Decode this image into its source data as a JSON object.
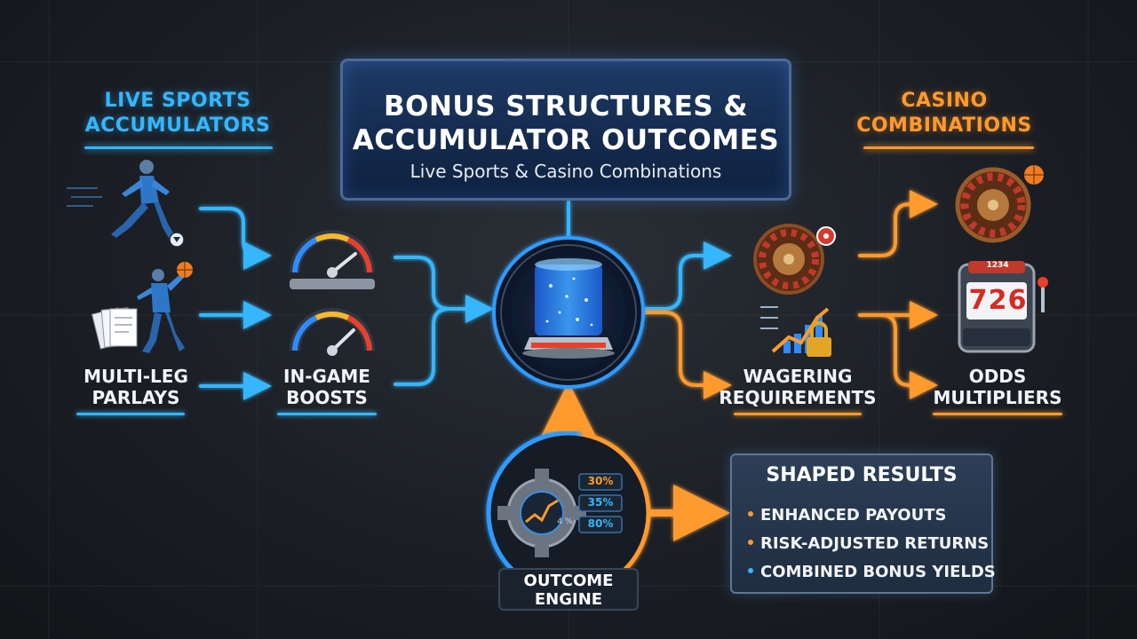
{
  "title": {
    "main": "BONUS STRUCTURES & ACCUMULATOR OUTCOMES",
    "subtitle": "Live Sports & Casino Combinations"
  },
  "left_section": {
    "heading": "LIVE SPORTS ACCUMULATORS",
    "nodes": [
      {
        "label": "MULTI-LEG PARLAYS",
        "icon": "parlay-tickets-icon"
      },
      {
        "label": "IN-GAME BOOSTS",
        "icon": "speedometer-icon"
      }
    ]
  },
  "right_section": {
    "heading": "CASINO COMBINATIONS",
    "nodes": [
      {
        "label": "WAGERING REQUIREMENTS",
        "icon": "roulette-chart-lock-icon"
      },
      {
        "label": "ODDS MULTIPLIERS",
        "icon": "slot-machine-icon"
      }
    ]
  },
  "center": {
    "icon": "glowing-cylinder-icon"
  },
  "engine": {
    "label": "OUTCOME ENGINE",
    "icon": "gear-chart-icon",
    "readouts": [
      "30%",
      "35%",
      "80%"
    ],
    "readout_small": "4 %"
  },
  "results": {
    "title": "SHAPED RESULTS",
    "items": [
      "ENHANCED PAYOUTS",
      "RISK-ADJUSTED RETURNS",
      "COMBINED BONUS YIELDS"
    ]
  },
  "slot": {
    "reels": [
      "7",
      "2",
      "6"
    ],
    "top_digits": "1234"
  },
  "colors": {
    "blue": "#35b6ff",
    "orange": "#ff9a2e",
    "panel": "#1d3a66"
  }
}
